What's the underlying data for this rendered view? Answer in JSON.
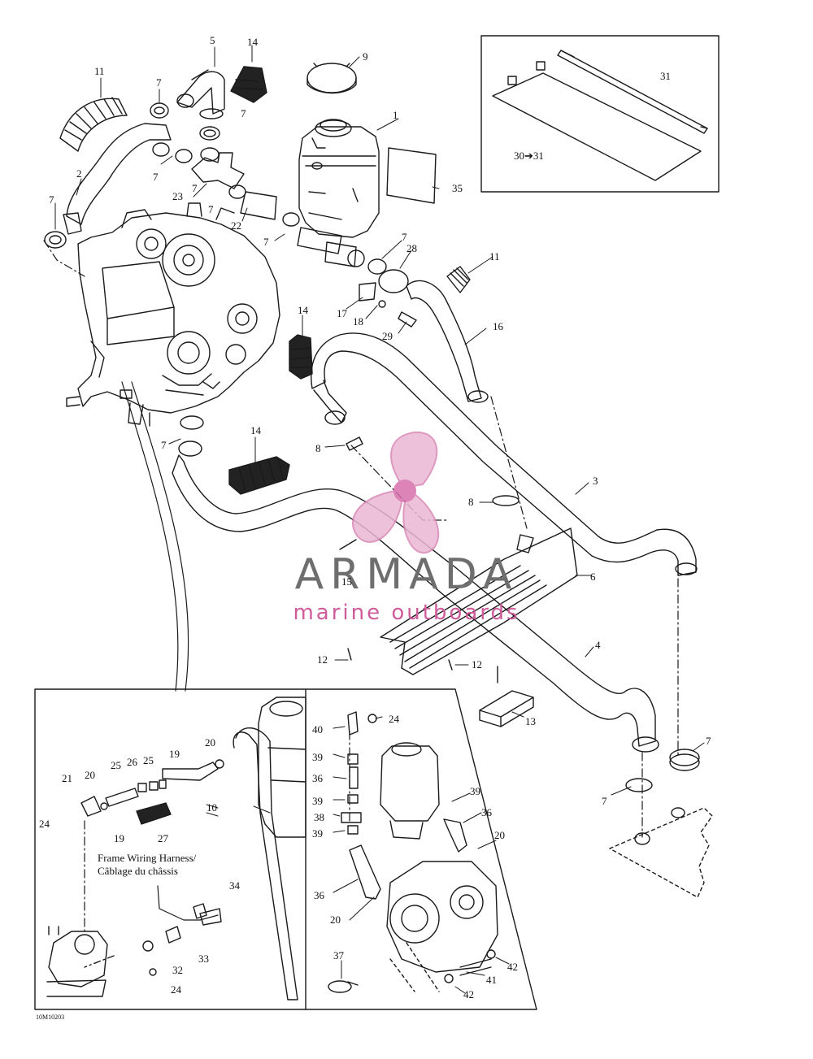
{
  "diagram": {
    "figure_code": "10M10203",
    "frame_caption_en": "Frame Wiring Harness/",
    "frame_caption_fr": "Câblage du châssis",
    "kit_label": "30➔31",
    "watermark": {
      "brand": "ARMADA",
      "tagline": "marine outboards",
      "brand_color": "#6e6e6e",
      "accent_color": "#e2a3c7"
    },
    "callouts": [
      {
        "id": "c1",
        "text": "1"
      },
      {
        "id": "c2",
        "text": "2"
      },
      {
        "id": "c3",
        "text": "3"
      },
      {
        "id": "c4",
        "text": "4"
      },
      {
        "id": "c5",
        "text": "5"
      },
      {
        "id": "c6",
        "text": "6"
      },
      {
        "id": "c7a",
        "text": "7"
      },
      {
        "id": "c7b",
        "text": "7"
      },
      {
        "id": "c7c",
        "text": "7"
      },
      {
        "id": "c7d",
        "text": "7"
      },
      {
        "id": "c7e",
        "text": "7"
      },
      {
        "id": "c7f",
        "text": "7"
      },
      {
        "id": "c7g",
        "text": "7"
      },
      {
        "id": "c7h",
        "text": "7"
      },
      {
        "id": "c7i",
        "text": "7"
      },
      {
        "id": "c7j",
        "text": "7"
      },
      {
        "id": "c7k",
        "text": "7"
      },
      {
        "id": "c8a",
        "text": "8"
      },
      {
        "id": "c8b",
        "text": "8"
      },
      {
        "id": "c9",
        "text": "9"
      },
      {
        "id": "c10",
        "text": "10"
      },
      {
        "id": "c11a",
        "text": "11"
      },
      {
        "id": "c11b",
        "text": "11"
      },
      {
        "id": "c12a",
        "text": "12"
      },
      {
        "id": "c12b",
        "text": "12"
      },
      {
        "id": "c13",
        "text": "13"
      },
      {
        "id": "c14a",
        "text": "14"
      },
      {
        "id": "c14b",
        "text": "14"
      },
      {
        "id": "c14c",
        "text": "14"
      },
      {
        "id": "c15",
        "text": "15"
      },
      {
        "id": "c16",
        "text": "16"
      },
      {
        "id": "c17",
        "text": "17"
      },
      {
        "id": "c18",
        "text": "18"
      },
      {
        "id": "c19a",
        "text": "19"
      },
      {
        "id": "c19b",
        "text": "19"
      },
      {
        "id": "c20a",
        "text": "20"
      },
      {
        "id": "c20b",
        "text": "20"
      },
      {
        "id": "c20c",
        "text": "20"
      },
      {
        "id": "c20d",
        "text": "20"
      },
      {
        "id": "c21",
        "text": "21"
      },
      {
        "id": "c22",
        "text": "22"
      },
      {
        "id": "c23",
        "text": "23"
      },
      {
        "id": "c24a",
        "text": "24"
      },
      {
        "id": "c24b",
        "text": "24"
      },
      {
        "id": "c24c",
        "text": "24"
      },
      {
        "id": "c25a",
        "text": "25"
      },
      {
        "id": "c25b",
        "text": "25"
      },
      {
        "id": "c26",
        "text": "26"
      },
      {
        "id": "c27",
        "text": "27"
      },
      {
        "id": "c28",
        "text": "28"
      },
      {
        "id": "c29",
        "text": "29"
      },
      {
        "id": "c31",
        "text": "31"
      },
      {
        "id": "c32",
        "text": "32"
      },
      {
        "id": "c33",
        "text": "33"
      },
      {
        "id": "c34",
        "text": "34"
      },
      {
        "id": "c35",
        "text": "35"
      },
      {
        "id": "c36a",
        "text": "36"
      },
      {
        "id": "c36b",
        "text": "36"
      },
      {
        "id": "c36c",
        "text": "36"
      },
      {
        "id": "c37",
        "text": "37"
      },
      {
        "id": "c38",
        "text": "38"
      },
      {
        "id": "c39a",
        "text": "39"
      },
      {
        "id": "c39b",
        "text": "39"
      },
      {
        "id": "c39c",
        "text": "39"
      },
      {
        "id": "c39d",
        "text": "39"
      },
      {
        "id": "c40",
        "text": "40"
      },
      {
        "id": "c41",
        "text": "41"
      },
      {
        "id": "c42a",
        "text": "42"
      },
      {
        "id": "c42b",
        "text": "42"
      }
    ]
  }
}
